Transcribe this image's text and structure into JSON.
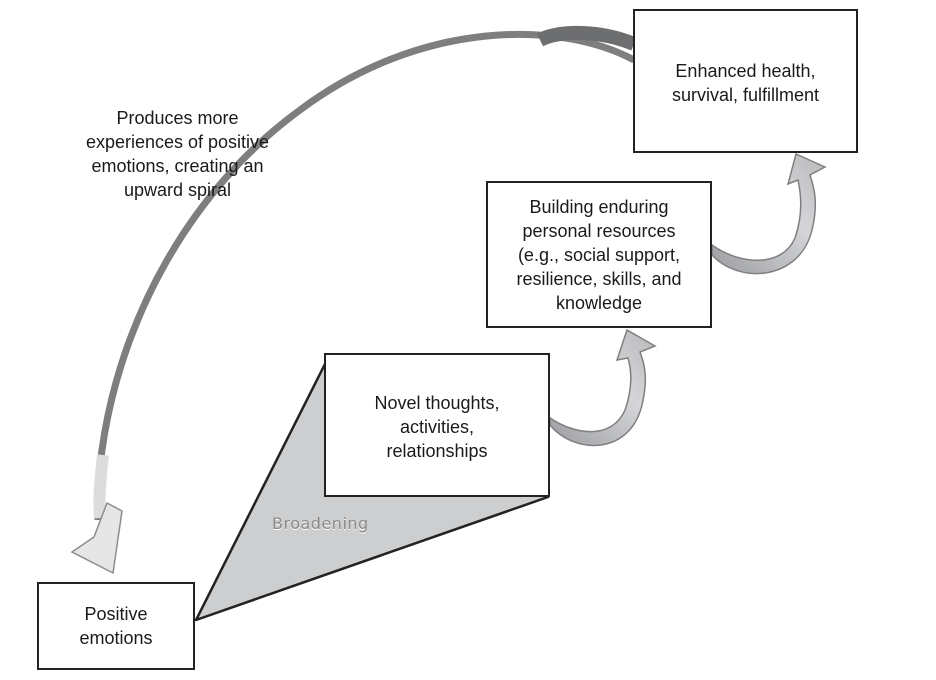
{
  "diagram": {
    "nodes": [
      {
        "id": "positive-emotions",
        "lines": [
          "Positive",
          "emotions"
        ]
      },
      {
        "id": "novel-thoughts",
        "lines": [
          "Novel thoughts,",
          "activities,",
          "relationships"
        ]
      },
      {
        "id": "building-resources",
        "lines": [
          "Building enduring",
          "personal resources",
          "(e.g., social support,",
          "resilience, skills, and",
          "knowledge"
        ]
      },
      {
        "id": "enhanced-health",
        "lines": [
          "Enhanced health,",
          "survival, fulfillment"
        ]
      }
    ],
    "broadening_label": "Broadening",
    "spiral_label": [
      "Produces more",
      "experiences of positive",
      "emotions, creating an",
      "upward spiral"
    ],
    "edges": [
      {
        "from": "positive-emotions",
        "to": "novel-thoughts",
        "type": "broadening-wedge"
      },
      {
        "from": "novel-thoughts",
        "to": "building-resources",
        "type": "curved-arrow"
      },
      {
        "from": "building-resources",
        "to": "enhanced-health",
        "type": "curved-arrow"
      },
      {
        "from": "enhanced-health",
        "to": "positive-emotions",
        "type": "feedback-arc"
      }
    ],
    "colors": {
      "box_border": "#222222",
      "wedge_fill": "#cdcecf",
      "arrow_fill": "#c4c5c7",
      "arc_stroke": "#808183"
    }
  }
}
